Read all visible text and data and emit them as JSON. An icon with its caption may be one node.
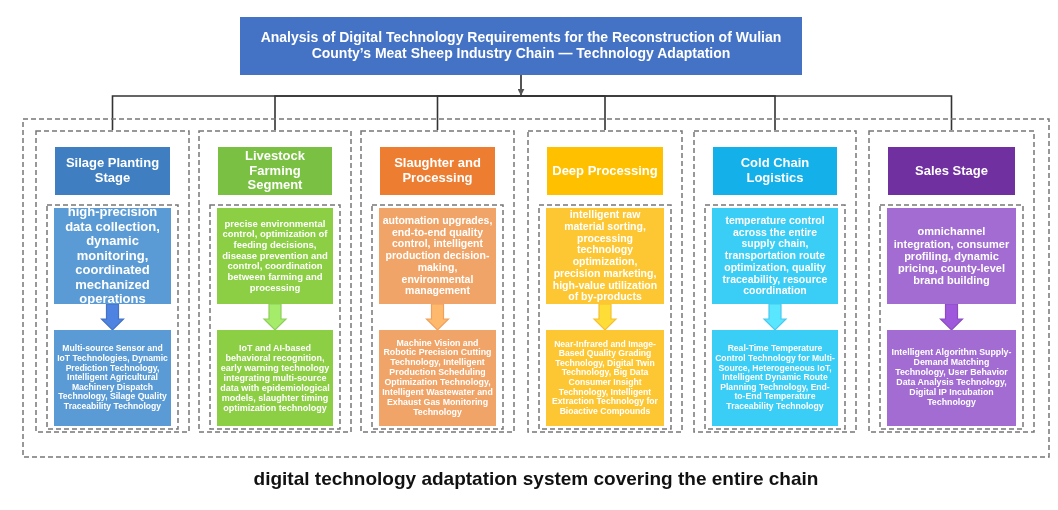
{
  "diagram": {
    "nodes": [
      {
        "text": [
          "Analysis of Digital Technology Requirements for the Reconstruction of Wulian County’s Meat Sheep Industry Chain — Technology Adaptation"
        ]
      },
      {
        "text": [
          "digital technology adaptation system covering the entire chain"
        ]
      },
      {
        "text": [],
        "shape": "box",
        "in": 1
      },
      {
        "text": [
          "Silage Planting Stage"
        ],
        "in": 2
      },
      {
        "text": [],
        "shape": "box",
        "in": 2
      },
      {
        "text": [
          "high-precision data collection, dynamic monitoring, coordinated mechanized operations"
        ],
        "in": 4
      },
      {
        "text": [
          "Multi-source Sensor and IoT Technologies, Dynamic Prediction Technology, Intelligent Agricultural Machinery Dispatch Technology, Silage Quality Traceability Technology"
        ],
        "in": 4
      },
      {
        "text": [],
        "shape": "box",
        "in": 1
      },
      {
        "text": [
          "Livestock Farming Segment"
        ],
        "in": 7
      },
      {
        "text": [],
        "shape": "box",
        "in": 7
      },
      {
        "text": [
          "precise environmental control, optimization of feeding decisions, disease prevention and control, coordination between farming and processing"
        ],
        "in": 9
      },
      {
        "text": [
          "IoT and AI-based behavioral recognition, early warning technology integrating multi-source data with epidemiological models, slaughter timing optimization technology"
        ],
        "in": 9
      },
      {
        "text": [],
        "shape": "box",
        "in": 1
      },
      {
        "text": [
          "Slaughter and Processing"
        ],
        "in": 12
      },
      {
        "text": [],
        "shape": "box",
        "in": 12
      },
      {
        "text": [
          "automation upgrades, end-to-end quality control, intelligent production decision-making, environmental management"
        ],
        "in": 14
      },
      {
        "text": [
          "Machine Vision and Robotic Precision Cutting Technology, Intelligent Production Scheduling Optimization Technology, Intelligent Wastewater and Exhaust Gas Monitoring Technology"
        ],
        "in": 14
      },
      {
        "text": [],
        "shape": "box",
        "in": 1
      },
      {
        "text": [
          "Deep Processing"
        ],
        "in": 17
      },
      {
        "text": [],
        "shape": "box",
        "in": 17
      },
      {
        "text": [
          "intelligent raw material sorting, processing technology optimization, precision marketing, high-value utilization of by-products"
        ],
        "in": 19
      },
      {
        "text": [
          "Near-Infrared and Image-Based Quality Grading Technology, Digital Twin Technology, Big Data Consumer Insight Technology, Intelligent Extraction Technology for Bioactive Compounds"
        ],
        "in": 19
      },
      {
        "text": [],
        "shape": "box",
        "in": 1
      },
      {
        "text": [
          "Cold Chain Logistics"
        ],
        "in": 22
      },
      {
        "text": [],
        "shape": "box",
        "in": 22
      },
      {
        "text": [
          "temperature control across the entire supply chain, transportation route optimization, quality traceability, resource coordination"
        ],
        "in": 24
      },
      {
        "text": [
          "Real-Time Temperature Control Technology for Multi-Source, Heterogeneous IoT, Intelligent Dynamic Route Planning Technology, End-to-End Temperature Traceability Technology"
        ],
        "in": 24
      },
      {
        "text": [],
        "shape": "box",
        "in": 1
      },
      {
        "text": [
          "Sales Stage"
        ],
        "in": 27
      },
      {
        "text": [],
        "shape": "box",
        "in": 27
      },
      {
        "text": [
          "omnichannel integration, consumer profiling, dynamic pricing, county-level brand building"
        ],
        "in": 29
      },
      {
        "text": [
          "Intelligent Algorithm Supply-Demand Matching Technology, User Behavior Data Analysis Technology, Digital IP Incubation Technology"
        ],
        "in": 29
      }
    ],
    "edges": [
      {
        "from": 0,
        "to": 2,
        "arrow": "none"
      },
      {
        "from": 0,
        "to": 7,
        "arrow": "none"
      },
      {
        "from": 0,
        "to": 12,
        "arrow": "none"
      },
      {
        "from": 0,
        "to": 17,
        "arrow": "none"
      },
      {
        "from": 0,
        "to": 22,
        "arrow": "none"
      },
      {
        "from": 0,
        "to": 27,
        "arrow": "none"
      },
      {
        "from": 0,
        "to": null,
        "arrow": "to"
      },
      {
        "from": 5,
        "to": 6,
        "arrow": "to",
        "style": "thick",
        "color": "#4472c4"
      },
      {
        "from": 10,
        "to": 11,
        "arrow": "to",
        "style": "thick",
        "color": "#8fcd5c"
      },
      {
        "from": 15,
        "to": 16,
        "arrow": "to",
        "style": "thick",
        "color": "#f0a05e"
      },
      {
        "from": 20,
        "to": 21,
        "arrow": "to",
        "style": "thick",
        "color": "#f5c030"
      },
      {
        "from": 25,
        "to": 26,
        "arrow": "to",
        "style": "thick",
        "color": "#4cc8f0"
      },
      {
        "from": 30,
        "to": 31,
        "arrow": "to",
        "style": "thick",
        "color": "#8a4cbf"
      }
    ]
  }
}
